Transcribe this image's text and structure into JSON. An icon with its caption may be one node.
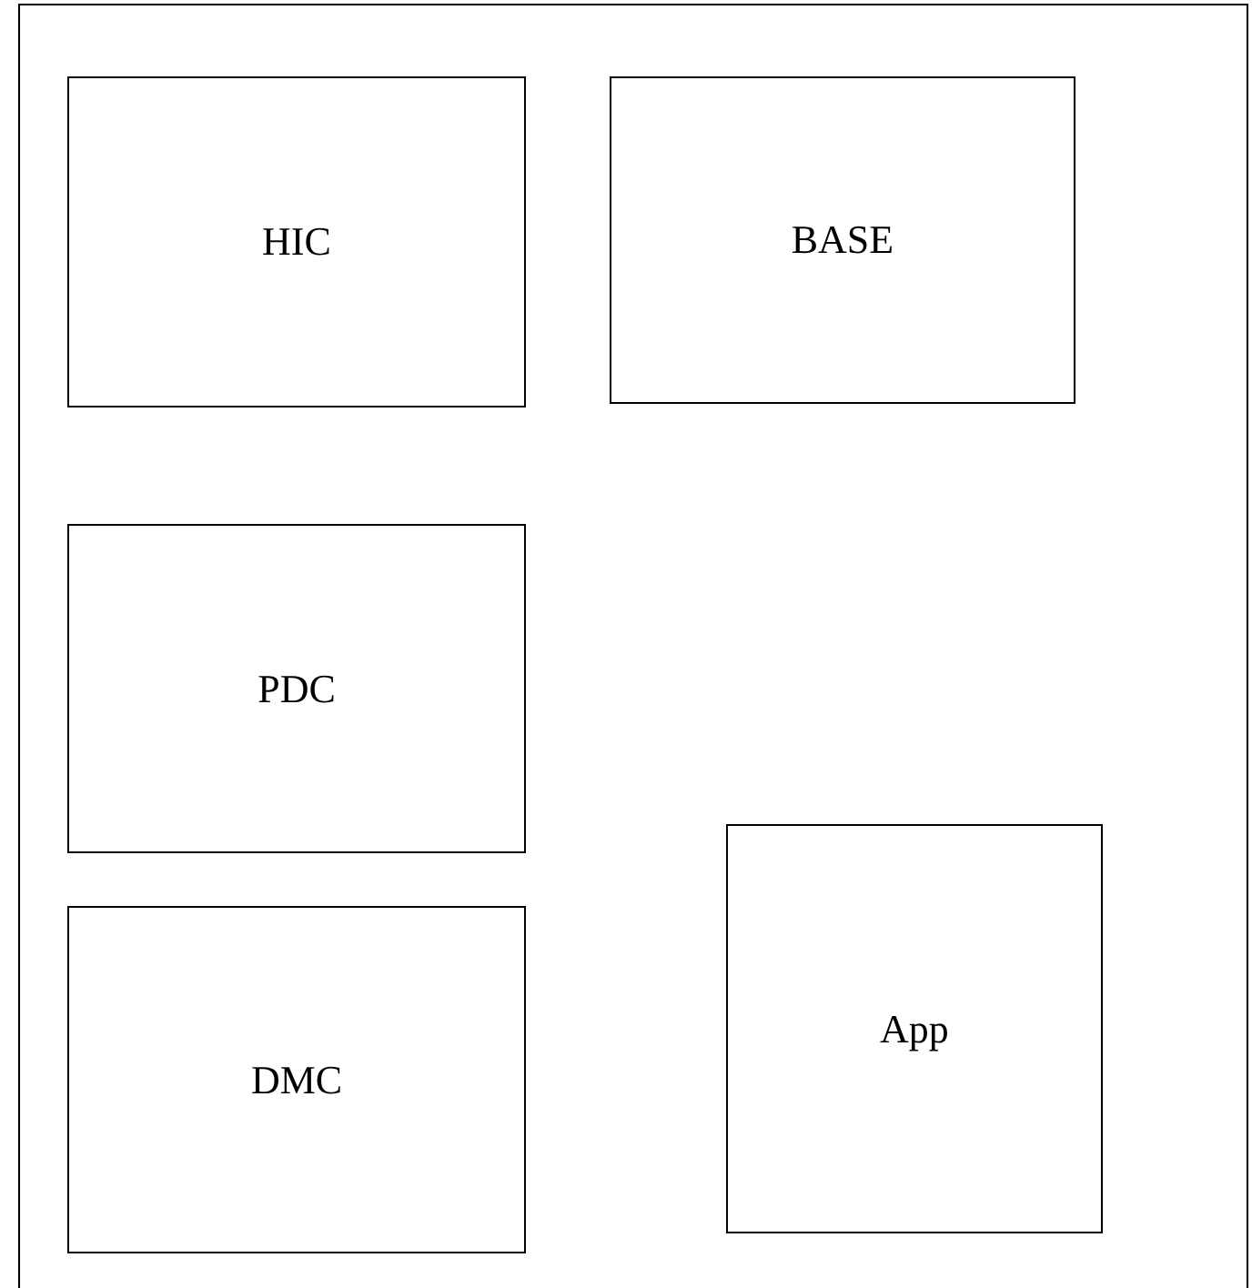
{
  "diagram": {
    "nodes": [
      {
        "text": [],
        "shape": "box"
      },
      {
        "text": [
          "HIC"
        ],
        "in": 0
      },
      {
        "text": [
          "BASE"
        ],
        "in": 0
      },
      {
        "text": [
          "PDC"
        ],
        "in": 0
      },
      {
        "text": [
          "DMC"
        ],
        "in": 0
      },
      {
        "text": [
          "App"
        ],
        "in": 0
      }
    ]
  }
}
